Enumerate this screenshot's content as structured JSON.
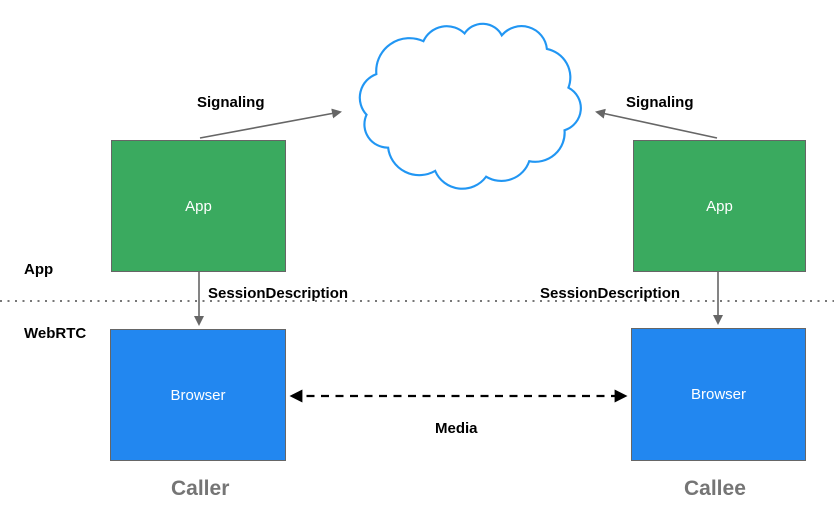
{
  "labels": {
    "app_section": "App",
    "webrtc_section": "WebRTC",
    "signaling_left": "Signaling",
    "signaling_right": "Signaling",
    "session_description_left": "SessionDescription",
    "session_description_right": "SessionDescription",
    "media": "Media",
    "caller": "Caller",
    "callee": "Callee"
  },
  "nodes": {
    "caller_app": {
      "label": "App"
    },
    "callee_app": {
      "label": "App"
    },
    "caller_browser": {
      "label": "Browser"
    },
    "callee_browser": {
      "label": "Browser"
    }
  },
  "icons": {
    "cloud": "signaling-network-cloud"
  },
  "colors": {
    "app_fill": "#3AAA5F",
    "browser_fill": "#2287F0",
    "cloud_stroke": "#2196F3",
    "box_border": "#666666",
    "arrow_gray": "#666666",
    "arrow_black": "#000000",
    "divider": "#777777",
    "footer_text": "#757575",
    "label_text": "#000000",
    "node_text": "#FFFFFF"
  }
}
